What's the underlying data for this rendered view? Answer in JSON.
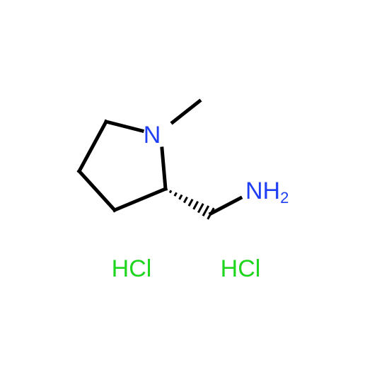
{
  "molecule": {
    "atoms": {
      "ring_nitrogen": "N",
      "amine_label": "NH",
      "amine_subscript": "2"
    },
    "salts": [
      "HCl",
      "HCl"
    ],
    "colors": {
      "nitrogen": "#1f3ff5",
      "chlorine": "#1fd61f",
      "bond": "#000000"
    }
  }
}
